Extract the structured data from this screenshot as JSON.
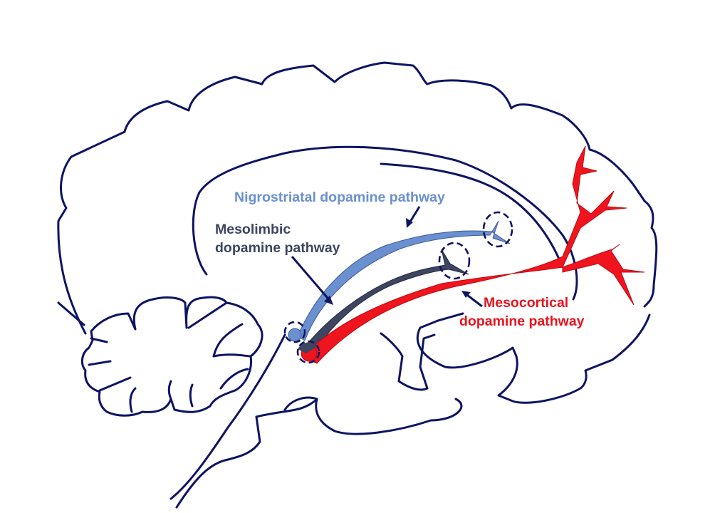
{
  "diagram": {
    "subject": "Sagittal brain section with dopamine pathways",
    "colors": {
      "outline": "#0d1463",
      "nigrostriatal": "#6a90cf",
      "mesolimbic": "#3d4560",
      "mesocortical": "#f0141e",
      "background": "#ffffff"
    },
    "labels": {
      "nigrostriatal": "Nigrostriatal dopamine pathway",
      "mesolimbic_line1": "Mesolimbic",
      "mesolimbic_line2": "dopamine pathway",
      "mesocortical_line1": "Mesocortical",
      "mesocortical_line2": "dopamine pathway"
    },
    "structures": [
      "cerebrum",
      "corpus-callosum",
      "cerebellum",
      "brainstem",
      "ventral-tegmental-area",
      "substantia-nigra",
      "striatum",
      "nucleus-accumbens",
      "prefrontal-cortex"
    ]
  }
}
